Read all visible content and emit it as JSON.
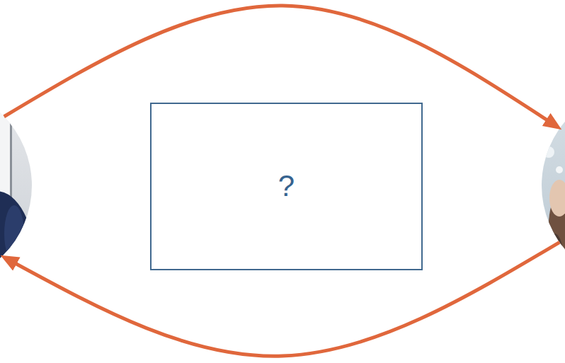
{
  "diagram": {
    "nodes": [
      {
        "text": []
      },
      {
        "text": [
          "?"
        ]
      },
      {
        "text": []
      }
    ],
    "edges": [
      {
        "from": 0,
        "to": 2,
        "arrow": "to"
      },
      {
        "from": 2,
        "to": 0,
        "arrow": "to"
      }
    ]
  }
}
